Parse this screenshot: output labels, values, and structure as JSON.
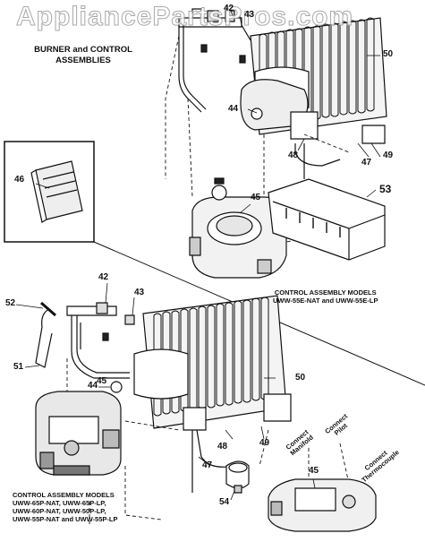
{
  "watermark": "AppliancePartsPros.com",
  "title": [
    "BURNER and CONTROL",
    "ASSEMBLIES"
  ],
  "captions": {
    "upper": [
      "CONTROL ASSEMBLY MODELS",
      "UWW-55E-NAT and UWW-55E-LP"
    ],
    "lower": [
      "CONTROL ASSEMBLY MODELS",
      "UWW-65P-NAT, UWW-65P-LP,",
      "UWW-60P-NAT, UWW-50P-LP,",
      "UWW-55P-NAT and UWW-55P-LP"
    ]
  },
  "callouts": {
    "n42a": "42",
    "n43a": "43",
    "n50a": "50",
    "n44a": "44",
    "n48a": "48",
    "n47a": "47",
    "n49a": "49",
    "n46": "46",
    "n45a": "45",
    "n53": "53",
    "n52": "52",
    "n42b": "42",
    "n43b": "43",
    "n51": "51",
    "n45b": "45",
    "n44b": "44",
    "n50b": "50",
    "n48b": "48",
    "n49b": "49",
    "n47b": "47",
    "n54": "54",
    "n45c": "45"
  },
  "connections": {
    "manifold": [
      "Connect",
      "Manifold"
    ],
    "pilot": [
      "Connect",
      "Pilot"
    ],
    "thermocouple": [
      "Connect",
      "Thermocouple"
    ]
  }
}
